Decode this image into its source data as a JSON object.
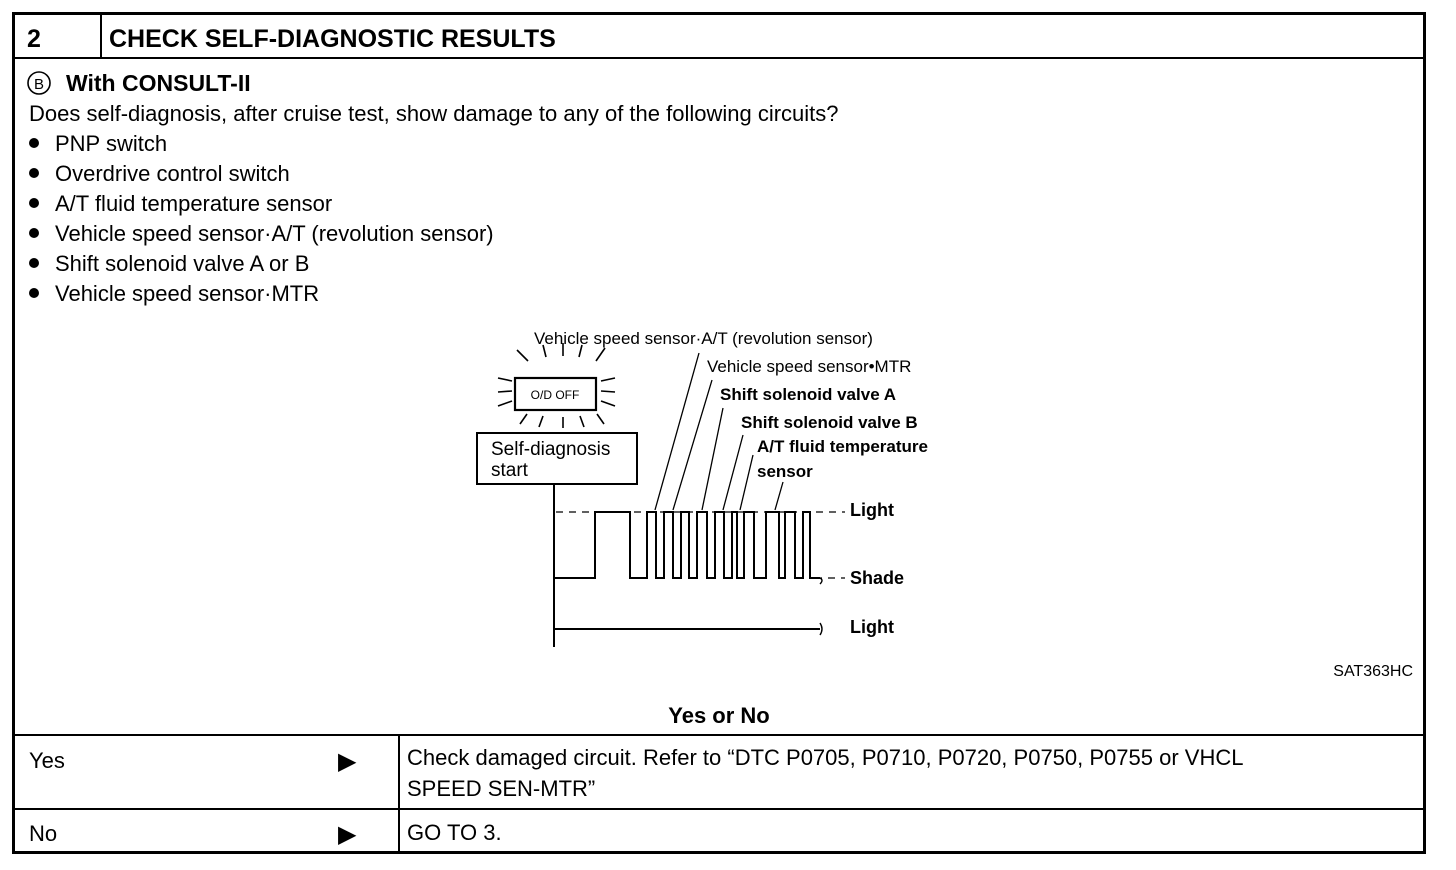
{
  "step": {
    "number": "2",
    "title": "CHECK SELF-DIAGNOSTIC RESULTS"
  },
  "consult": {
    "icon_glyph": "B",
    "heading": "With CONSULT-II",
    "question": "Does self-diagnosis, after cruise test, show damage to any of the following circuits?",
    "items": [
      "PNP switch",
      "Overdrive control switch",
      "A/T fluid temperature sensor",
      "Vehicle speed sensor·A/T (revolution sensor)",
      "Shift solenoid valve A or B",
      "Vehicle speed sensor·MTR"
    ]
  },
  "figure": {
    "label_vss_at": "Vehicle speed sensor·A/T (revolution sensor)",
    "label_vss_mtr": "Vehicle speed sensor•MTR",
    "label_ssv_a": "Shift solenoid valve A",
    "label_ssv_b": "Shift solenoid valve B",
    "label_atf_1": "A/T fluid temperature",
    "label_atf_2": "sensor",
    "lamp_text": "O/D OFF",
    "start_1": "Self-diagnosis",
    "start_2": "start",
    "level_light": "Light",
    "level_shade": "Shade",
    "level_light_2": "Light",
    "ref_code": "SAT363HC"
  },
  "decision": {
    "label": "Yes or No",
    "rows": [
      {
        "answer": "Yes",
        "action_1": "Check damaged circuit. Refer to “DTC P0705, P0710, P0720, P0750, P0755 or VHCL",
        "action_2": "SPEED SEN-MTR”"
      },
      {
        "answer": "No",
        "action_1": "GO TO 3."
      }
    ]
  }
}
